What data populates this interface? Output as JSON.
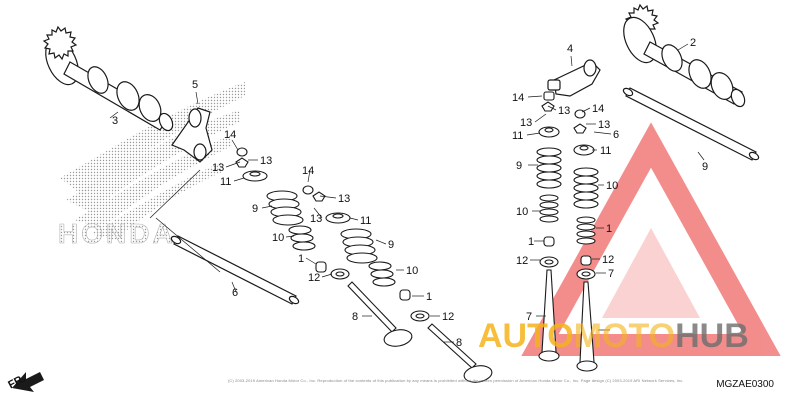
{
  "diagram": {
    "callouts": [
      {
        "id": "c3a",
        "text": "3"
      },
      {
        "id": "c5",
        "text": "5"
      },
      {
        "id": "c14a",
        "text": "14"
      },
      {
        "id": "c13a",
        "text": "13"
      },
      {
        "id": "c13b",
        "text": "13"
      },
      {
        "id": "c11a",
        "text": "11"
      },
      {
        "id": "c9a",
        "text": "9"
      },
      {
        "id": "c10a",
        "text": "10"
      },
      {
        "id": "c1a",
        "text": "1"
      },
      {
        "id": "c12a",
        "text": "12"
      },
      {
        "id": "c6a",
        "text": "6"
      },
      {
        "id": "c14b",
        "text": "14"
      },
      {
        "id": "c13c",
        "text": "13"
      },
      {
        "id": "c13d",
        "text": "13"
      },
      {
        "id": "c11b",
        "text": "11"
      },
      {
        "id": "c9b",
        "text": "9"
      },
      {
        "id": "c10b",
        "text": "10"
      },
      {
        "id": "c1b",
        "text": "1"
      },
      {
        "id": "c12b",
        "text": "12"
      },
      {
        "id": "c8a",
        "text": "8"
      },
      {
        "id": "c8b",
        "text": "8"
      },
      {
        "id": "c4",
        "text": "4"
      },
      {
        "id": "c2",
        "text": "2"
      },
      {
        "id": "c14c",
        "text": "14"
      },
      {
        "id": "c13e",
        "text": "13"
      },
      {
        "id": "c14d",
        "text": "14"
      },
      {
        "id": "c13f",
        "text": "13"
      },
      {
        "id": "c11c",
        "text": "11"
      },
      {
        "id": "c13g",
        "text": "13"
      },
      {
        "id": "c11d",
        "text": "11"
      },
      {
        "id": "c6b",
        "text": "6"
      },
      {
        "id": "c9c",
        "text": "9"
      },
      {
        "id": "c9d",
        "text": "9"
      },
      {
        "id": "c10c",
        "text": "10"
      },
      {
        "id": "c10d",
        "text": "10"
      },
      {
        "id": "c1c",
        "text": "1"
      },
      {
        "id": "c1d",
        "text": "1"
      },
      {
        "id": "c12c",
        "text": "12"
      },
      {
        "id": "c12d",
        "text": "12"
      },
      {
        "id": "c7a",
        "text": "7"
      },
      {
        "id": "c7b",
        "text": "7"
      }
    ],
    "diagram_code": "MGZAE0300",
    "direction_label": "FR.",
    "copyright": "(C) 2003-2019 American Honda Motor Co., Inc. Reproduction of the contents of this publication by any means is prohibited without the written permission of American Honda Motor Co., Inc. Page design (C) 2003-2019 ARI Network Services, Inc.",
    "brand_mark": "HONDA"
  },
  "watermark": {
    "text_a": "AUTO",
    "text_b": "MOTO",
    "text_c": "HUB"
  },
  "colors": {
    "line": "#1a1a1a",
    "watermark_red": "#e8312f",
    "watermark_yellow": "#f5b31b",
    "watermark_gray": "#6d6d6d"
  }
}
